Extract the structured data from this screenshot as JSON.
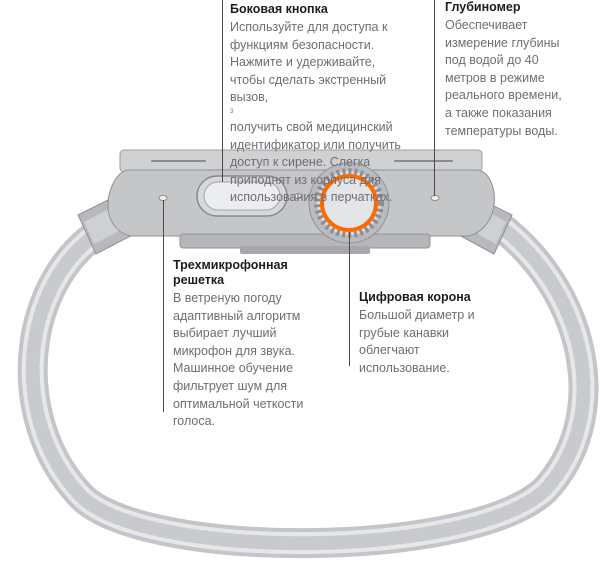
{
  "callouts": {
    "side_button": {
      "title": "Боковая кнопка",
      "lines": [
        "Используйте для доступа к",
        "функциям безопасности.",
        "Нажмите и удерживайте,",
        "чтобы сделать экстренный",
        "вызов,"
      ],
      "sup": "3",
      "lines2": [
        "получить свой медицинский",
        "идентификатор или получить",
        "доступ к сирене. Слегка",
        "приподнят из корпуса для",
        "использования в перчатках."
      ]
    },
    "depth_gauge": {
      "title": "Глубиномер",
      "lines": [
        "Обеспечивает",
        "измерение глубины",
        "под водой до 40",
        "метров в режиме",
        "реального времени,",
        "а также показания",
        "температуры воды."
      ]
    },
    "mic": {
      "title_lines": [
        "Трехмикрофонная",
        "решетка"
      ],
      "lines": [
        "В ветреную погоду",
        "адаптивный алгоритм",
        "выбирает лучший",
        "микрофон для звука.",
        "Машинное обучение",
        "фильтрует шум для",
        "оптимальной четкости",
        "голоса."
      ]
    },
    "crown": {
      "title": "Цифровая корона",
      "lines": [
        "Большой диаметр и",
        "грубые канавки",
        "облегчают",
        "использование."
      ]
    }
  },
  "colors": {
    "title": "#1d1d1f",
    "body": "#6e6e73",
    "leader": "#4a4a4a",
    "crown_accent": "#ff6a00",
    "case": "#c4c6c8",
    "case_dark": "#a9abae",
    "band": "#d3d4d6"
  }
}
